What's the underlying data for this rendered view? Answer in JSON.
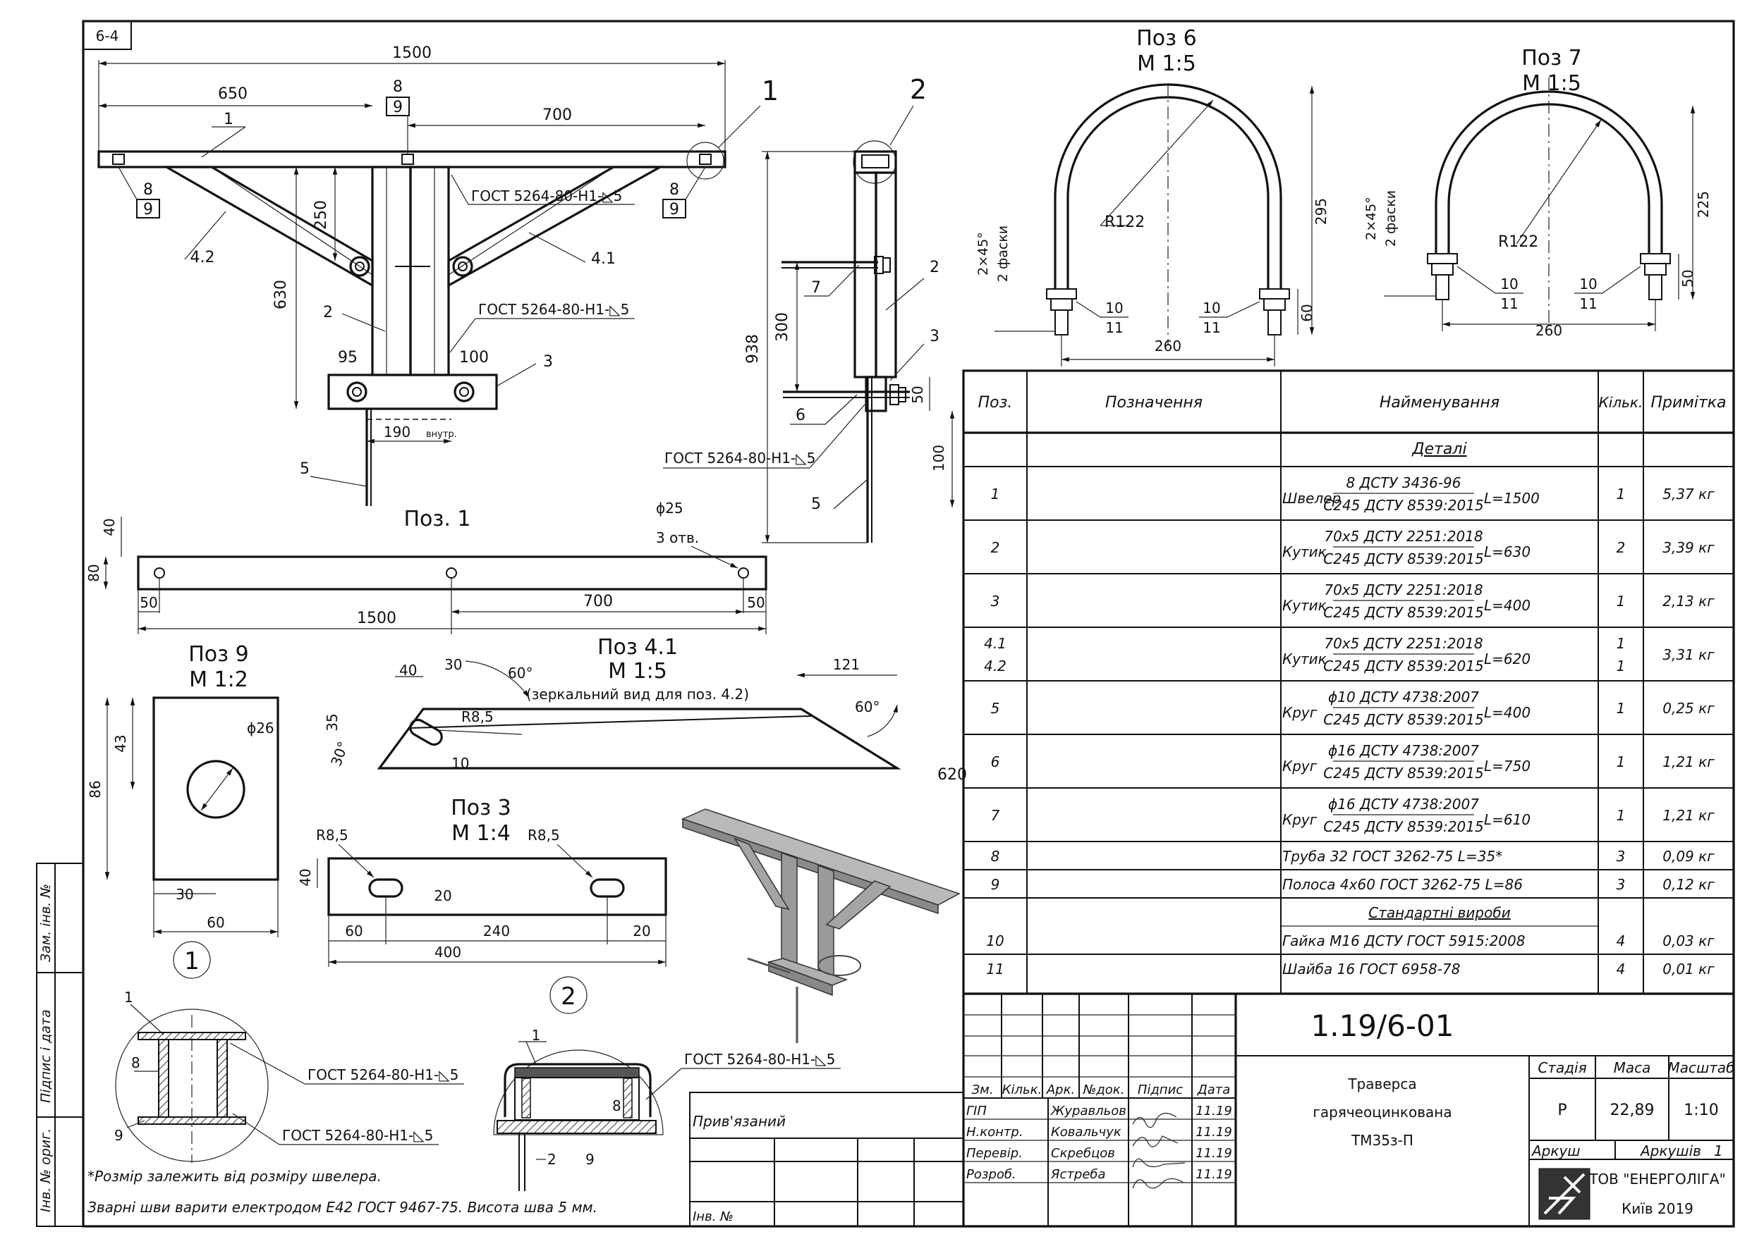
{
  "sheet": {
    "code": "6-4"
  },
  "views": {
    "main": {
      "dims": {
        "d1500": "1500",
        "d650": "650",
        "d700": "700",
        "d250": "250",
        "d630": "630",
        "d95": "95",
        "d100": "100",
        "d190": "190",
        "d190s": "внутр."
      },
      "pos": {
        "p1": "1",
        "p41": "4.1",
        "p42": "4.2",
        "p2": "2",
        "p3": "3",
        "p5": "5",
        "p8a": "8",
        "p9a": "9",
        "p8b": "8",
        "p9b": "9",
        "p8c": "8",
        "p9c": "9"
      },
      "weld1": "ГОСТ 5264-80-Н1-◺5",
      "weld2": "ГОСТ 5264-80-Н1-◺5",
      "call1": "1",
      "call2": "2"
    },
    "side": {
      "dims": {
        "d938": "938",
        "d300": "300",
        "d50": "50",
        "d100": "100"
      },
      "pos": {
        "p2": "2",
        "p3": "3",
        "p5": "5",
        "p6": "6",
        "p7": "7"
      },
      "weld": "ГОСТ 5264-80-Н1-◺5"
    },
    "poz1": {
      "title": "Поз. 1",
      "dims": {
        "d40": "40",
        "d80": "80",
        "d50a": "50",
        "d1500": "1500",
        "d700": "700",
        "d50b": "50",
        "dia": "ϕ25",
        "holes": "3 отв."
      }
    },
    "poz6": {
      "title": "Поз 6",
      "scale": "М 1:5",
      "dims": {
        "r": "R122",
        "d295": "295",
        "d260": "260",
        "d60": "60",
        "ch": "2×45°",
        "ch2": "2 фаски",
        "n10a": "10",
        "n11a": "11",
        "n10b": "10",
        "n11b": "11"
      }
    },
    "poz7": {
      "title": "Поз 7",
      "scale": "М 1:5",
      "dims": {
        "r": "R122",
        "d225": "225",
        "d260": "260",
        "d50": "50",
        "ch": "2×45°",
        "ch2": "2 фаски",
        "n10a": "10",
        "n11a": "11",
        "n10b": "10",
        "n11b": "11"
      }
    },
    "poz9": {
      "title": "Поз 9",
      "scale": "М 1:2",
      "dims": {
        "dia": "ϕ26",
        "d43": "43",
        "d86": "86",
        "d30": "30",
        "d60": "60"
      }
    },
    "poz41": {
      "title": "Поз 4.1",
      "scale": "М 1:5",
      "note": "(зеркальний вид для поз. 4.2)",
      "dims": {
        "d40": "40",
        "d30": "30",
        "a60a": "60°",
        "d35": "35",
        "r": "R8,5",
        "a30": "30°",
        "d10": "10",
        "d121": "121",
        "a60b": "60°",
        "d620": "620"
      }
    },
    "poz3": {
      "title": "Поз 3",
      "scale": "М 1:4",
      "dims": {
        "r1": "R8,5",
        "r2": "R8,5",
        "d40": "40",
        "d20a": "20",
        "d60": "60",
        "d240": "240",
        "d20b": "20",
        "d400": "400"
      }
    },
    "det1": {
      "num": "1",
      "pos1": "1",
      "pos8": "8",
      "pos9": "9",
      "weld": "ГОСТ 5264-80-Н1-◺5"
    },
    "det2": {
      "num": "2",
      "pos1": "1",
      "pos8": "8",
      "pos2": "2",
      "pos9": "9",
      "weld1": "ГОСТ 5264-80-Н1-◺5",
      "weld2": "ГОСТ 5264-80-Н1-◺5"
    }
  },
  "notes": [
    "*Розмір залежить від розміру швелера.",
    "Зварні шви варити електродом Е42 ГОСТ 9467-75. Висота шва 5 мм."
  ],
  "side_stamp": [
    "Інв. № ориг.",
    "Підпис і дата",
    "Зам. інв. №"
  ],
  "attached": {
    "label": "Прив'язаний",
    "inv": "Інв. №"
  },
  "spec": {
    "headers": [
      "Поз.",
      "Позначення",
      "Найменування",
      "Кільк.",
      "Примітка"
    ],
    "section1": "Деталі",
    "section2": "Стандартні вироби",
    "rows": [
      {
        "pos": "1",
        "pre": "Швелер",
        "top": "8 ДСТУ 3436-96",
        "bot": "С245 ДСТУ 8539:2015",
        "len": "L=1500",
        "qty": "1",
        "note": "5,37 кг"
      },
      {
        "pos": "2",
        "pre": "Кутик",
        "top": "70х5 ДСТУ 2251:2018",
        "bot": "С245 ДСТУ 8539:2015",
        "len": "L=630",
        "qty": "2",
        "note": "3,39 кг"
      },
      {
        "pos": "3",
        "pre": "Кутик",
        "top": "70х5 ДСТУ 2251:2018",
        "bot": "С245 ДСТУ 8539:2015",
        "len": "L=400",
        "qty": "1",
        "note": "2,13 кг"
      },
      {
        "pos": "4.1",
        "pos2": "4.2",
        "pre": "Кутик",
        "top": "70х5 ДСТУ 2251:2018",
        "bot": "С245 ДСТУ 8539:2015",
        "len": "L=620",
        "qty": "1",
        "qty2": "1",
        "note": "3,31 кг"
      },
      {
        "pos": "5",
        "pre": "Круг",
        "top": "ϕ10 ДСТУ 4738:2007",
        "bot": "С245 ДСТУ 8539:2015",
        "len": "L=400",
        "qty": "1",
        "note": "0,25 кг"
      },
      {
        "pos": "6",
        "pre": "Круг",
        "top": "ϕ16 ДСТУ 4738:2007",
        "bot": "С245 ДСТУ 8539:2015",
        "len": "L=750",
        "qty": "1",
        "note": "1,21 кг"
      },
      {
        "pos": "7",
        "pre": "Круг",
        "top": "ϕ16 ДСТУ 4738:2007",
        "bot": "С245 ДСТУ 8539:2015",
        "len": "L=610",
        "qty": "1",
        "note": "1,21 кг"
      }
    ],
    "simple": [
      {
        "pos": "8",
        "name": "Труба 32 ГОСТ 3262-75 L=35*",
        "qty": "3",
        "note": "0,09 кг"
      },
      {
        "pos": "9",
        "name": "Полоса 4х60 ГОСТ 3262-75 L=86",
        "qty": "3",
        "note": "0,12 кг"
      }
    ],
    "std": [
      {
        "pos": "10",
        "name": "Гайка М16 ДСТУ ГОСТ 5915:2008",
        "qty": "4",
        "note": "0,03 кг"
      },
      {
        "pos": "11",
        "name": "Шайба 16 ГОСТ 6958-78",
        "qty": "4",
        "note": "0,01 кг"
      }
    ]
  },
  "title_block": {
    "doc_number": "1.19/6-01",
    "name": [
      "Траверса",
      "гарячеоцинкована",
      "ТМ35з-П"
    ],
    "stage_h": "Стадія",
    "mass_h": "Маса",
    "scale_h": "Масштаб",
    "stage": "Р",
    "mass": "22,89",
    "scale": "1:10",
    "sheet": "Аркуш",
    "sheets": "Аркушів",
    "sheets_n": "1",
    "company": "ТОВ \"ЕНЕРГОЛІГА\"",
    "city_year": "Київ 2019",
    "col_heads": [
      "Зм.",
      "Кільк.",
      "Арк.",
      "№док.",
      "Підпис",
      "Дата"
    ],
    "people": [
      {
        "role": "ГІП",
        "name": "Журавльов",
        "date": "11.19"
      },
      {
        "role": "Н.контр.",
        "name": "Ковальчук",
        "date": "11.19"
      },
      {
        "role": "Перевір.",
        "name": "Скребцов",
        "date": "11.19"
      },
      {
        "role": "Розроб.",
        "name": "Ястреба",
        "date": "11.19"
      }
    ]
  }
}
